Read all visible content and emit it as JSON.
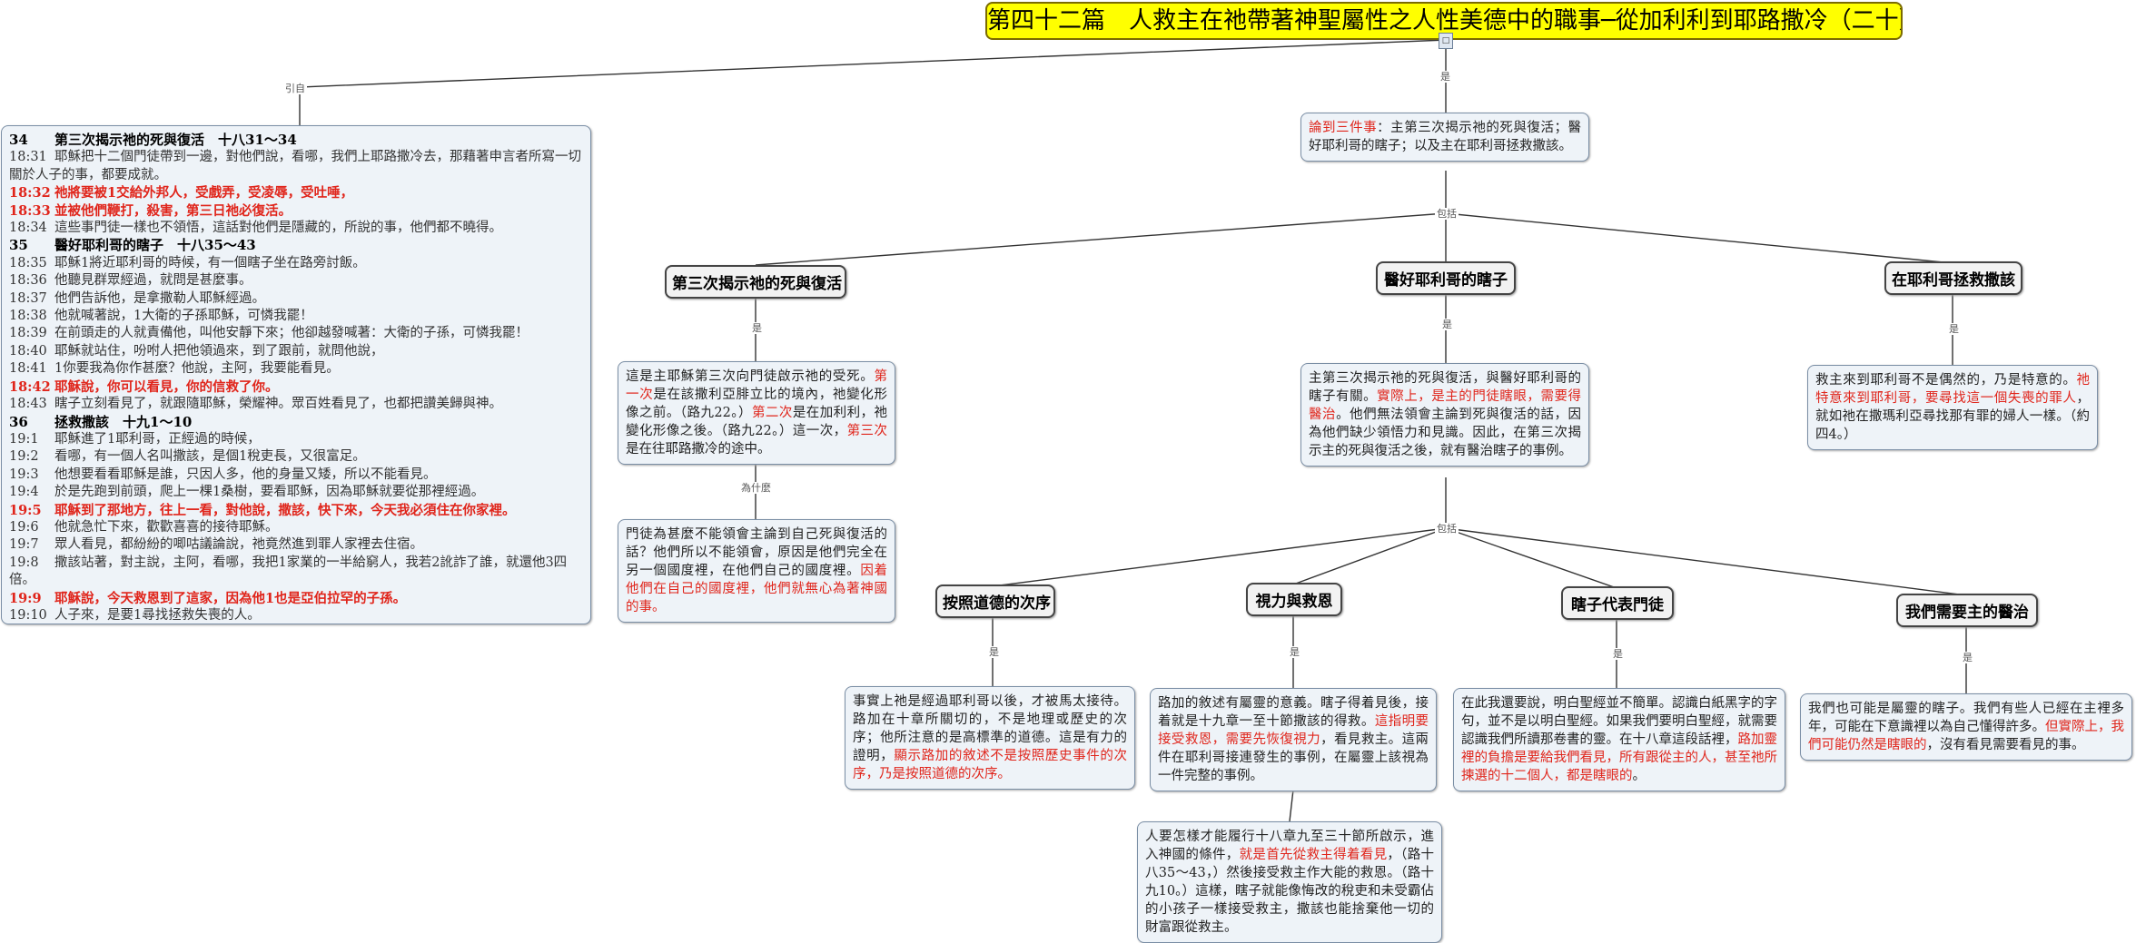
{
  "title": "第四十二篇　人救主在祂帶著神聖屬性之人性美德中的職事─從加利利到耶路撒冷（二十）",
  "title_icon": "note-icon",
  "labels": {
    "intro": "引自",
    "is_main": "是",
    "includes_1": "包括",
    "is_1": "是",
    "is_2": "是",
    "is_3": "是",
    "why": "為什麼",
    "includes_2": "包括",
    "is_4": "是",
    "is_5": "是",
    "is_6": "是",
    "is_7": "是"
  },
  "main_node": {
    "seg1": "論到三件事",
    "seg2": "：主第三次揭示祂的死與復活；醫好耶利哥的瞎子；以及主在耶利哥拯救撒該。"
  },
  "topics": {
    "t1": "第三次揭示祂的死與復活",
    "t2": "醫好耶利哥的瞎子",
    "t3": "在耶利哥拯救撒該"
  },
  "t1_detail": {
    "a": "這是主耶穌第三次向門徒啟示祂的受死。",
    "b": "第一次",
    "c": "是在該撒利亞腓立比的境內，祂變化形像之前。（路九22。）",
    "d": "第二次",
    "e": "是在加利利，祂變化形像之後。（路九22。）這一次，",
    "f": "第三次",
    "g": "是在往耶路撒冷的途中。"
  },
  "t1_why": {
    "a": "門徒為甚麼不能領會主論到自己死與復活的話？他們所以不能領會，原因是他們完全在另一個國度裡，在他們自己的國度裡。",
    "b": "因着他們在自己的國度裡，他們就無心為著神國的事。"
  },
  "t2_detail": {
    "a": "主第三次揭示祂的死與復活，與醫好耶利哥的瞎子有關。",
    "b": "實際上，是主的門徒瞎眼，需要得醫治",
    "c": "。他們無法領會主論到死與復活的話，因為他們缺少領悟力和見識。因此，在第三次揭示主的死與復活之後，就有醫治瞎子的事例。"
  },
  "t3_detail": {
    "a": "救主來到耶利哥不是偶然的，乃是特意的。",
    "b": "祂特意來到耶利哥，要尋找這一個失喪的罪人",
    "c": "，就如祂在撒瑪利亞尋找那有罪的婦人一樣。（約四4。）"
  },
  "sub_topics": {
    "s1": "按照道德的次序",
    "s2": "視力與救恩",
    "s3": "瞎子代表門徒",
    "s4": "我們需要主的醫治"
  },
  "s1_detail": {
    "a": "事實上祂是經過耶利哥以後，才被馬太接待。路加在十章所關切的，不是地理或歷史的次序；他所注意的是高標準的道德。這是有力的證明，",
    "b": "顯示路加的敘述不是按照歷史事件的次序，乃是按照道德的次序。"
  },
  "s2_detail": {
    "a": "路加的敘述有屬靈的意義。瞎子得着見後，接着就是十九章一至十節撒該的得救。",
    "b": "這指明要接受救恩，需要先恢復視力",
    "c": "，看見救主。這兩件在耶利哥接連發生的事例，在屬靈上該視為一件完整的事例。"
  },
  "s2_more": {
    "a": "人要怎樣才能履行十八章九至三十節所啟示，進入神國的條件，",
    "b": "就是首先從救主得着看見",
    "c": "，（路十八35～43，）然後接受救主作大能的救恩。（路十九10。）這樣，瞎子就能像悔改的稅吏和未受霸佔的小孩子一樣接受救主，撒該也能捨棄他一切的財富跟從救主。"
  },
  "s3_detail": {
    "a": "在此我還要說，明白聖經並不簡單。認識白紙黑字的字句，並不是以明白聖經。如果我們要明白聖經，就需要認識我們所讀那卷書的靈。在十八章這段話裡，",
    "b": "路加靈裡的負擔是要給我們看見，所有跟從主的人，甚至祂所揀選的十二個人，都是瞎眼的",
    "c": "。"
  },
  "s4_detail": {
    "a": "我們也可能是屬靈的瞎子。我們有些人已經在主裡多年，可能在下意識裡以為自己懂得許多。",
    "b": "但實際上，我們可能仍然是瞎眼的",
    "c": "，沒有看見需要看見的事。"
  },
  "scripture": [
    {
      "kind": "hd",
      "ref": "34",
      "text": "第三次揭示祂的死與復活　十八31～34"
    },
    {
      "kind": "n",
      "ref": "18:31",
      "text": "耶穌把十二個門徒帶到一邊，對他們說，看哪，我們上耶路撒冷去，那藉著申言者所寫一切關於人子的事，都要成就。"
    },
    {
      "kind": "r",
      "ref": "18:32",
      "text": "祂將要被1交給外邦人，受戲弄，受凌辱，受吐唾，"
    },
    {
      "kind": "r",
      "ref": "18:33",
      "text": "並被他們鞭打，殺害，第三日祂必復活。"
    },
    {
      "kind": "n",
      "ref": "18:34",
      "text": "這些事門徒一樣也不領悟，這話對他們是隱藏的，所說的事，他們都不曉得。"
    },
    {
      "kind": "hd",
      "ref": "35",
      "text": "醫好耶利哥的瞎子　十八35～43"
    },
    {
      "kind": "n",
      "ref": "18:35",
      "text": "耶穌1將近耶利哥的時候，有一個瞎子坐在路旁討飯。"
    },
    {
      "kind": "n",
      "ref": "18:36",
      "text": "他聽見群眾經過，就問是甚麼事。"
    },
    {
      "kind": "n",
      "ref": "18:37",
      "text": "他們告訴他，是拿撒勒人耶穌經過。"
    },
    {
      "kind": "n",
      "ref": "18:38",
      "text": "他就喊著說，1大衛的子孫耶穌，可憐我罷！"
    },
    {
      "kind": "n",
      "ref": "18:39",
      "text": "在前頭走的人就責備他，叫他安靜下來；他卻越發喊著：大衛的子孫，可憐我罷！"
    },
    {
      "kind": "n",
      "ref": "18:40",
      "text": "耶穌就站住，吩咐人把他領過來，到了跟前，就問他說，"
    },
    {
      "kind": "n",
      "ref": "18:41",
      "text": "1你要我為你作甚麼？他說，主阿，我要能看見。"
    },
    {
      "kind": "r",
      "ref": "18:42",
      "text": "耶穌說，你可以看見，你的信救了你。"
    },
    {
      "kind": "n",
      "ref": "18:43",
      "text": "瞎子立刻看見了，就跟隨耶穌，榮耀神。眾百姓看見了，也都把讚美歸與神。"
    },
    {
      "kind": "hd",
      "ref": "36",
      "text": "拯救撒該　十九1～10"
    },
    {
      "kind": "n",
      "ref": "19:1",
      "text": "耶穌進了1耶利哥，正經過的時候，"
    },
    {
      "kind": "n",
      "ref": "19:2",
      "text": "看哪，有一個人名叫撒該，是個1稅吏長，又很富足。"
    },
    {
      "kind": "n",
      "ref": "19:3",
      "text": "他想要看看耶穌是誰，只因人多，他的身量又矮，所以不能看見。"
    },
    {
      "kind": "n",
      "ref": "19:4",
      "text": "於是先跑到前頭，爬上一棵1桑樹，要看耶穌，因為耶穌就要從那裡經過。"
    },
    {
      "kind": "r",
      "ref": "19:5",
      "text": "耶穌到了那地方，往上一看，對他說，撒該，快下來，今天我必須住在你家裡。"
    },
    {
      "kind": "n",
      "ref": "19:6",
      "text": "他就急忙下來，歡歡喜喜的接待耶穌。"
    },
    {
      "kind": "n",
      "ref": "19:7",
      "text": "眾人看見，都紛紛的唧咕議論說，祂竟然進到罪人家裡去住宿。"
    },
    {
      "kind": "n",
      "ref": "19:8",
      "text": "撒該站著，對主說，主阿，看哪，我把1家業的一半給窮人，我若2訛詐了誰，就還他3四倍。"
    },
    {
      "kind": "r",
      "ref": "19:9",
      "text": "耶穌說，今天救恩到了這家，因為他1也是亞伯拉罕的子孫。"
    },
    {
      "kind": "n",
      "ref": "19:10",
      "text": "人子來，是要1尋找拯救失喪的人。"
    }
  ]
}
